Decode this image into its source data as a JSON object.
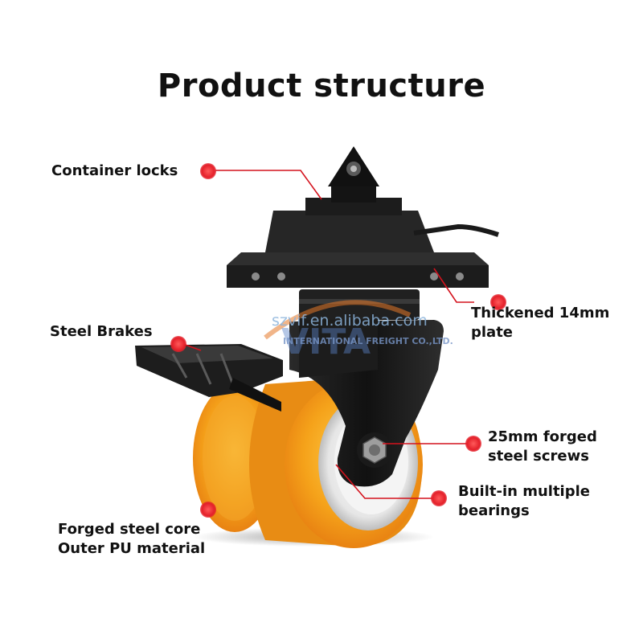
{
  "title": "Product structure",
  "labels": {
    "container_locks": "Container locks",
    "thickened_plate_1": "Thickened 14mm",
    "thickened_plate_2": "plate",
    "steel_brakes": "Steel Brakes",
    "forged_screws_1": "25mm forged",
    "forged_screws_2": "steel screws",
    "bearings_1": "Built-in multiple",
    "bearings_2": "bearings",
    "core_1": "Forged steel core",
    "core_2": "Outer PU material"
  },
  "watermark": {
    "url": "szvif.en.alibaba.com",
    "brand": "VITA",
    "tagline": "INTERNATIONAL FREIGHT CO.,LTD."
  },
  "colors": {
    "callout_dot": "#e4202a",
    "leader_line": "#d4121d",
    "wheel_pu": "#f5a21a",
    "frame": "#1a1a1a"
  }
}
